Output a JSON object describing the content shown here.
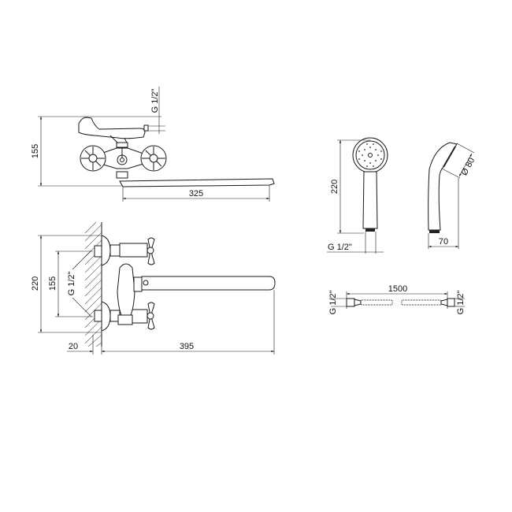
{
  "faucet_front": {
    "height_label": "155",
    "spout_length_label": "325",
    "thread_label": "G 1/2\""
  },
  "faucet_top": {
    "overall_height_label": "220",
    "inlet_spacing_label": "155",
    "thread_label": "G 1/2\"",
    "wall_offset_label": "20",
    "reach_label": "395"
  },
  "hand_shower": {
    "length_label": "220",
    "thread_label": "G 1/2\"",
    "diameter_label": "Ø 80",
    "depth_label": "70"
  },
  "hose": {
    "length_label": "1500",
    "thread_left_label": "G 1/2\"",
    "thread_right_label": "G 1/2\""
  }
}
